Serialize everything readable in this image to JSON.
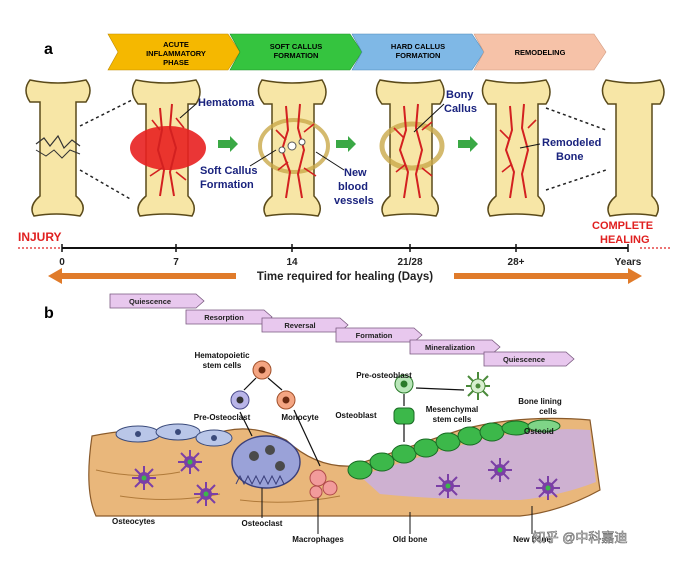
{
  "panel_a": {
    "label": "a",
    "phases": [
      {
        "line1": "ACUTE",
        "line2": "INFLAMMATORY",
        "line3": "PHASE",
        "color": "#f5b800"
      },
      {
        "line1": "SOFT CALLUS",
        "line2": "FORMATION",
        "line3": "",
        "color": "#35c43f"
      },
      {
        "line1": "HARD CALLUS",
        "line2": "FORMATION",
        "line3": "",
        "color": "#7fb8e6"
      },
      {
        "line1": "REMODELING",
        "line2": "",
        "line3": "",
        "color": "#f6c2a8"
      }
    ],
    "annotations": {
      "hematoma": "Hematoma",
      "soft_callus_1": "Soft Callus",
      "soft_callus_2": "Formation",
      "new_vessels_1": "New",
      "new_vessels_2": "blood",
      "new_vessels_3": "vessels",
      "bony_callus_1": "Bony",
      "bony_callus_2": "Callus",
      "remodeled_1": "Remodeled",
      "remodeled_2": "Bone"
    },
    "injury": "INJURY",
    "complete_1": "COMPLETE",
    "complete_2": "HEALING",
    "ticks": [
      "0",
      "7",
      "14",
      "21/28",
      "28+",
      "Years"
    ],
    "axis_title": "Time required for healing (Days)",
    "colors": {
      "bone": "#f7e6a6",
      "vessel": "#d32020",
      "hematoma": "#e82020",
      "arrow": "#e07b2a",
      "green_arrow": "#3aa845"
    }
  },
  "panel_b": {
    "label": "b",
    "stages": [
      "Quiescence",
      "Resorption",
      "Reversal",
      "Formation",
      "Mineralization",
      "Quiescence"
    ],
    "labels": {
      "hsc_1": "Hematopoietic",
      "hsc_2": "stem cells",
      "pre_osteoclast": "Pre-Osteoclast",
      "monocyte": "Monocyte",
      "pre_osteoblast": "Pre-osteoblast",
      "osteoblast": "Osteoblast",
      "msc_1": "Mesenchymal",
      "msc_2": "stem cells",
      "bone_lining_1": "Bone lining",
      "bone_lining_2": "cells",
      "osteoid": "Osteoid",
      "osteocytes": "Osteocytes",
      "osteoclast": "Osteoclast",
      "macrophages": "Macrophages",
      "old_bone": "Old bone",
      "new_bone": "New bone"
    },
    "colors": {
      "stage_box": "#e8c8ee",
      "bone_tan": "#e9b77b",
      "osteoblast": "#3cb84a",
      "osteocyte": "#7b3fa6",
      "osteoid": "#c9b0e0"
    }
  },
  "watermark": "知乎 @中科嘉迪"
}
